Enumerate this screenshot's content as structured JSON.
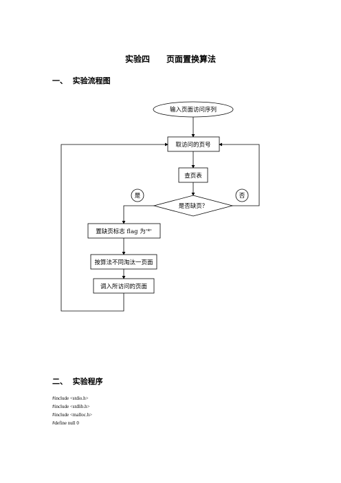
{
  "title": "实验四　　页面置换算法",
  "section1": {
    "number": "一、",
    "label": "实验流程图"
  },
  "section2": {
    "number": "二、",
    "label": "实验程序"
  },
  "flowchart": {
    "start": "输入页面访问序列",
    "get_page": "取访问的页号",
    "lookup": "查页表",
    "decision": "是否缺页？",
    "yes": "是",
    "no": "否",
    "set_flag": "置缺页标志 flag 为'*'",
    "evict": "按算法不同淘汰一页面",
    "load": "调入所访问的页面"
  },
  "code_lines": [
    "#include <stdio.h>",
    "#include <stdlib.h>",
    "#include <malloc.h>",
    "#define null 0"
  ]
}
